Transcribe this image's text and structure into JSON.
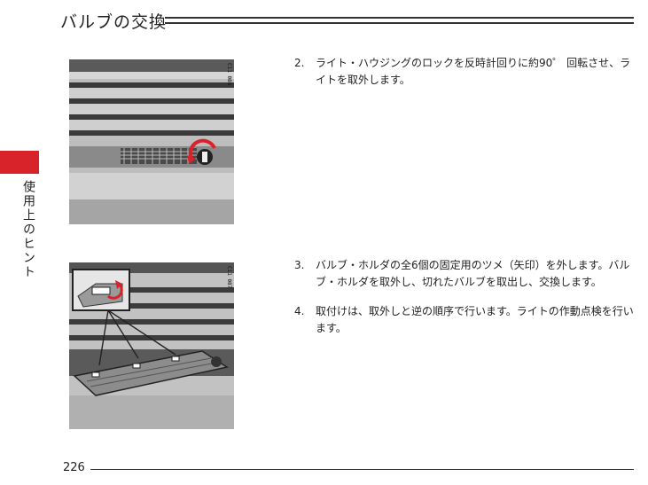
{
  "header": {
    "title": "バルブの交換"
  },
  "side": {
    "label": "使用上のヒント"
  },
  "figures": [
    {
      "code": "C11 086"
    },
    {
      "code": "C11 087"
    }
  ],
  "steps": [
    {
      "num": "2.",
      "text": "ライト・ハウジングのロックを反時計回りに約90゜ 回転させ、ライトを取外します。"
    },
    {
      "num": "3.",
      "text": "バルブ・ホルダの全6個の固定用のツメ（矢印）を外します。バルブ・ホルダを取外し、切れたバルブを取出し、交換します。"
    },
    {
      "num": "4.",
      "text": "取付けは、取外しと逆の順序で行います。ライトの作動点検を行います。"
    }
  ],
  "footer": {
    "page_number": "226"
  }
}
